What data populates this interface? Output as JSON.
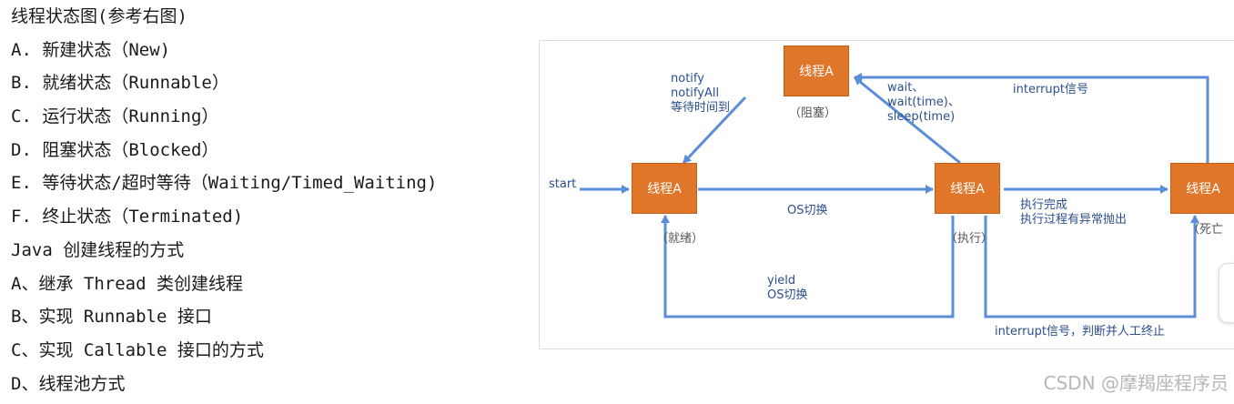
{
  "notes": [
    "线程状态图(参考右图)",
    "A.  新建状态（New)",
    "B.  就绪状态（Runnable）",
    "C.  运行状态（Running）",
    "D.  阻塞状态（Blocked）",
    "E.  等待状态/超时等待（Waiting/Timed_Waiting)",
    "F.  终止状态（Terminated)",
    "Java 创建线程的方式",
    "A、继承 Thread 类创建线程",
    "B、实现 Runnable 接口",
    "C、实现 Callable 接口的方式",
    "D、线程池方式"
  ],
  "diagram": {
    "node_label": "线程A",
    "blocked_caption": "（阻塞）",
    "ready_caption": "（就绪）",
    "running_caption": "（执行）",
    "dead_caption": "（死亡",
    "start": "start",
    "notify": [
      "notify",
      "notifyAll",
      "等待时间到"
    ],
    "wait": [
      "wait、",
      "wait(time)、",
      "sleep(time)"
    ],
    "interrupt_top": "interrupt信号",
    "os_switch": "OS切换",
    "finish": [
      "执行完成",
      "执行过程有异常抛出"
    ],
    "yield": [
      "yield",
      "OS切换"
    ],
    "interrupt_bottom": "interrupt信号，判断并人工终止"
  },
  "watermark": "CSDN @摩羯座程序员",
  "colors": {
    "node": "#e0762a",
    "arrow": "#5b8ed6",
    "label": "#2c4f8c"
  }
}
